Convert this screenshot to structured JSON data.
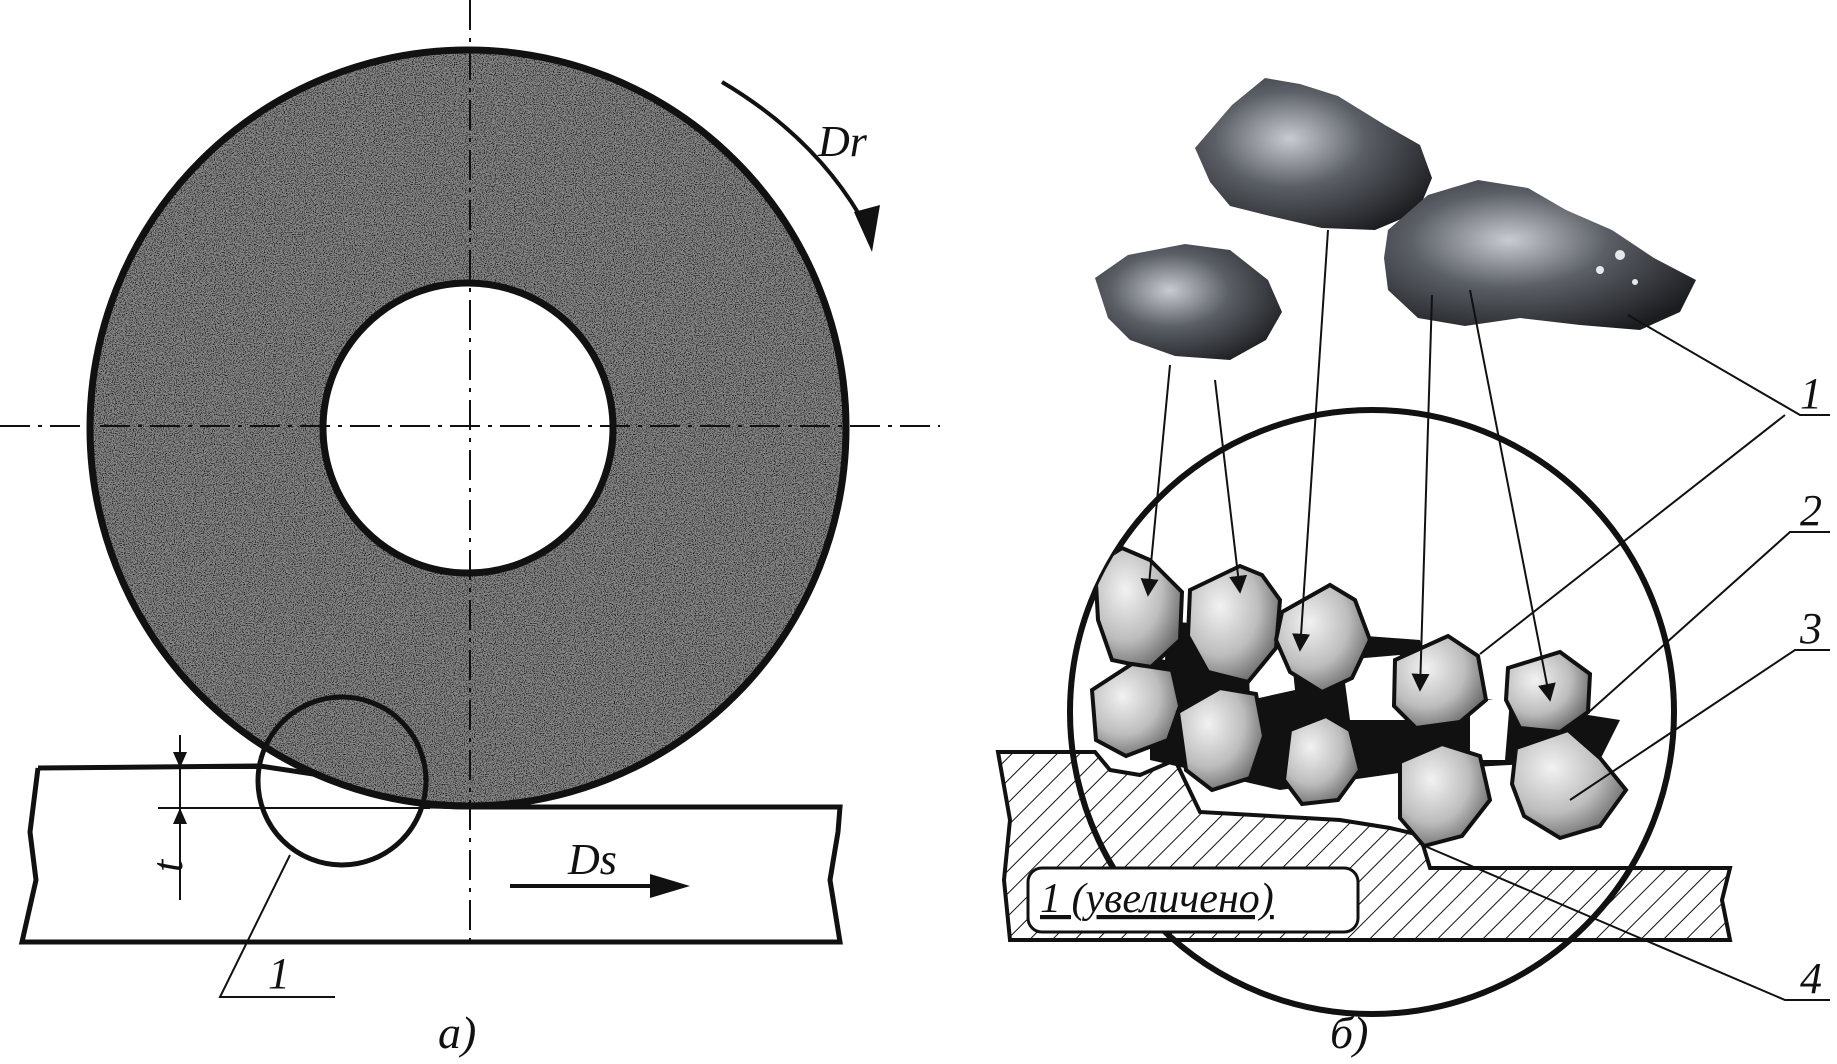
{
  "figure_a": {
    "rotation_label": "Dr",
    "feed_label": "Ds",
    "depth_label": "t",
    "detail_callout_label": "1",
    "caption": "а)"
  },
  "figure_b": {
    "detail_title": "1 (увеличено)",
    "callout_1": "1",
    "callout_2": "2",
    "callout_3": "3",
    "callout_4": "4",
    "caption": "б)"
  },
  "colors": {
    "ink": "#111111",
    "wheel_grain": "#777777",
    "background": "#ffffff"
  }
}
